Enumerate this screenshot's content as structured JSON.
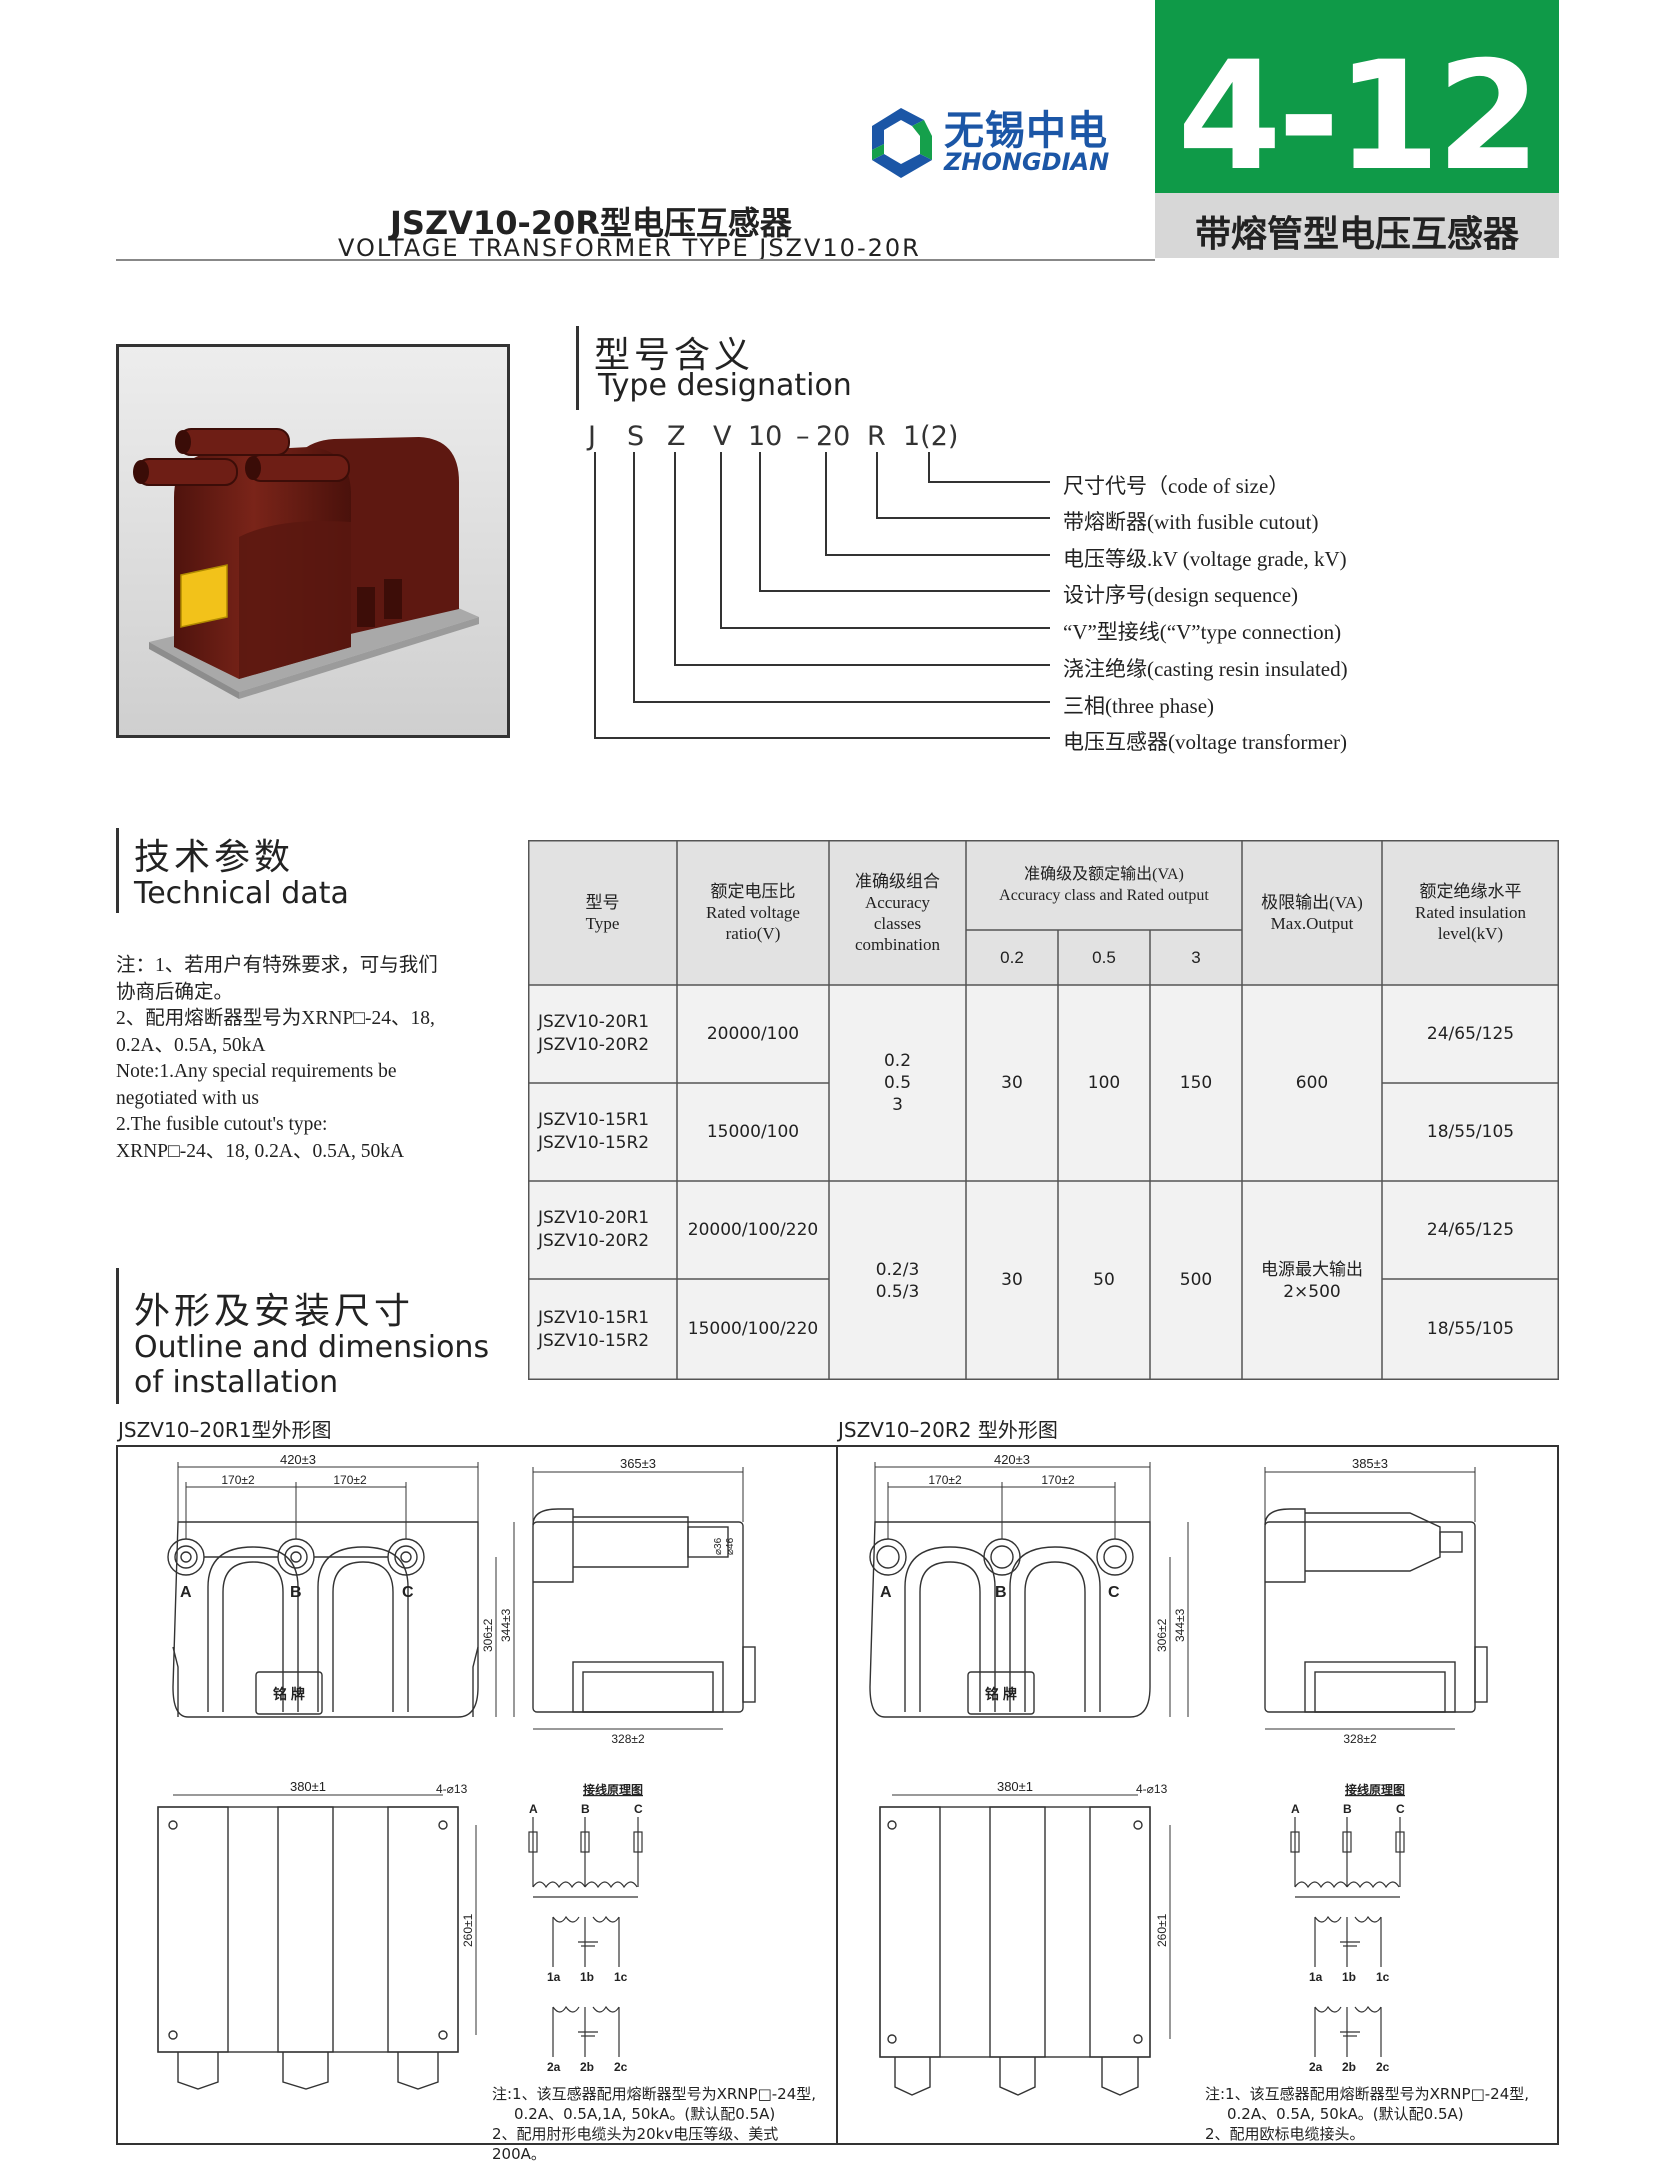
{
  "header": {
    "page_number": "4-12",
    "section_cn": "带熔管型电压互感器",
    "logo_cn": "无锡中电",
    "logo_en": "ZHONGDIAN",
    "title_cn": "JSZV10-20R型电压互感器",
    "title_en": "VOLTAGE TRANSFORMER TYPE JSZV10-20R",
    "accent_green": "#0f9a48",
    "logo_blue": "#1b56a6"
  },
  "designation": {
    "heading_cn": "型号含义",
    "heading_en": "Type designation",
    "code": [
      "J",
      "S",
      "Z",
      "V",
      "10",
      "–",
      "20",
      "R",
      "1(2)"
    ],
    "items": [
      "尺寸代号（code of size）",
      "带熔断器(with fusible cutout)",
      "电压等级.kV (voltage grade, kV)",
      "设计序号(design sequence)",
      "“V”型接线(“V”type connection)",
      "浇注绝缘(casting resin insulated)",
      "三相(three phase)",
      "电压互感器(voltage transformer)"
    ]
  },
  "technical": {
    "heading_cn": "技术参数",
    "heading_en": "Technical data",
    "notes": [
      "注：1、若用户有特殊要求，可与我们",
      "协商后确定。",
      "2、配用熔断器型号为XRNP□-24、18,",
      "0.2A、0.5A, 50kA",
      "Note:1.Any special requirements be",
      "negotiated with us",
      " 2.The fusible cutout's type:",
      "XRNP□-24、18, 0.2A、0.5A, 50kA"
    ]
  },
  "table": {
    "headers": {
      "type": "型号\nType",
      "ratio": "额定电压比\nRated voltage\nratio(V)",
      "classes": "准确级组合\nAccuracy\nclasses\ncombination",
      "accuracy_output": "准确级及额定输出(VA)\nAccuracy class and Rated output",
      "sub": [
        "0.2",
        "0.5",
        "3"
      ],
      "max_output": "极限输出(VA)\nMax.Output",
      "insulation": "额定绝缘水平\nRated insulation\nlevel(kV)"
    },
    "groups": [
      {
        "rows": [
          {
            "type": "JSZV10-20R1\nJSZV10-20R2",
            "ratio": "20000/100",
            "insulation": "24/65/125"
          },
          {
            "type": "JSZV10-15R1\nJSZV10-15R2",
            "ratio": "15000/100",
            "insulation": "18/55/105"
          }
        ],
        "classes": "0.2\n0.5\n3",
        "out_02": "30",
        "out_05": "100",
        "out_3": "150",
        "max_output": "600"
      },
      {
        "rows": [
          {
            "type": "JSZV10-20R1\nJSZV10-20R2",
            "ratio": "20000/100/220",
            "insulation": "24/65/125"
          },
          {
            "type": "JSZV10-15R1\nJSZV10-15R2",
            "ratio": "15000/100/220",
            "insulation": "18/55/105"
          }
        ],
        "classes": "0.2/3\n0.5/3",
        "out_02": "30",
        "out_05": "50",
        "out_3": "500",
        "max_output": "电源最大输出\n2×500"
      }
    ]
  },
  "outline": {
    "heading_cn": "外形及安装尺寸",
    "heading_en_1": "Outline and dimensions",
    "heading_en_2": "of installation",
    "left_caption": "JSZV10–20R1型外形图",
    "right_caption": "JSZV10–20R2 型外形图",
    "dims": {
      "width_total": "420±3",
      "pitch": "170±2",
      "side_width_r1": "365±3",
      "side_width_r2": "385±3",
      "height_306": "306±2",
      "height_344": "344±3",
      "base_328": "328±2",
      "mount_380": "380±1",
      "mount_260": "260±1",
      "holes": "4-⌀13",
      "phi_36": "⌀36",
      "phi_46": "⌀46"
    },
    "phases": [
      "A",
      "B",
      "C"
    ],
    "secondary_1": [
      "1a",
      "1b",
      "1c"
    ],
    "secondary_2": [
      "2a",
      "2b",
      "2c"
    ],
    "nameplate": "铭 牌",
    "wiring_title": "接线原理图",
    "left_notes": [
      "注:1、该互感器配用熔断器型号为XRNP□-24型,",
      "    0.2A、0.5A,1A, 50kA。(默认配0.5A)",
      "2、配用肘形电缆头为20kv电压等级、美式200A。"
    ],
    "right_notes": [
      "注:1、该互感器配用熔断器型号为XRNP□-24型,",
      "    0.2A、0.5A, 50kA。(默认配0.5A)",
      "2、配用欧标电缆接头。"
    ]
  },
  "photo": {
    "body_color": "#6a1c14",
    "label_color": "#f2c21a",
    "base_color": "#b8b8b8"
  }
}
